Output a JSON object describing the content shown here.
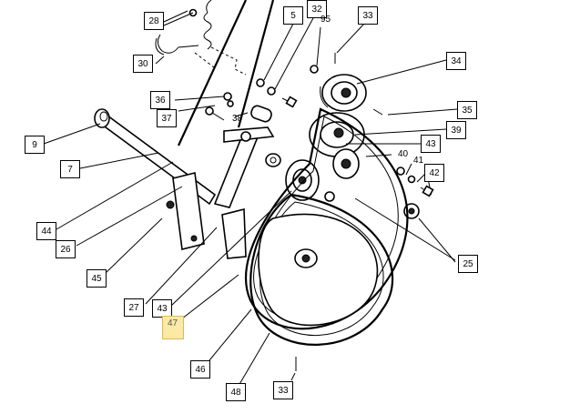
{
  "labels": {
    "l28": "28",
    "l5": "5",
    "l32": "32",
    "l95": "95",
    "l33_top": "33",
    "l30": "30",
    "l34": "34",
    "l36": "36",
    "l37": "37",
    "l38": "38",
    "l35": "35",
    "l39": "39",
    "l9": "9",
    "l40": "40",
    "l43_right": "43",
    "l41": "41",
    "l42": "42",
    "l7": "7",
    "l44": "44",
    "l26": "26",
    "l25": "25",
    "l45": "45",
    "l27": "27",
    "l43_bottom": "43",
    "l47": "47",
    "l46": "46",
    "l48": "48",
    "l33_bottom": "33"
  }
}
